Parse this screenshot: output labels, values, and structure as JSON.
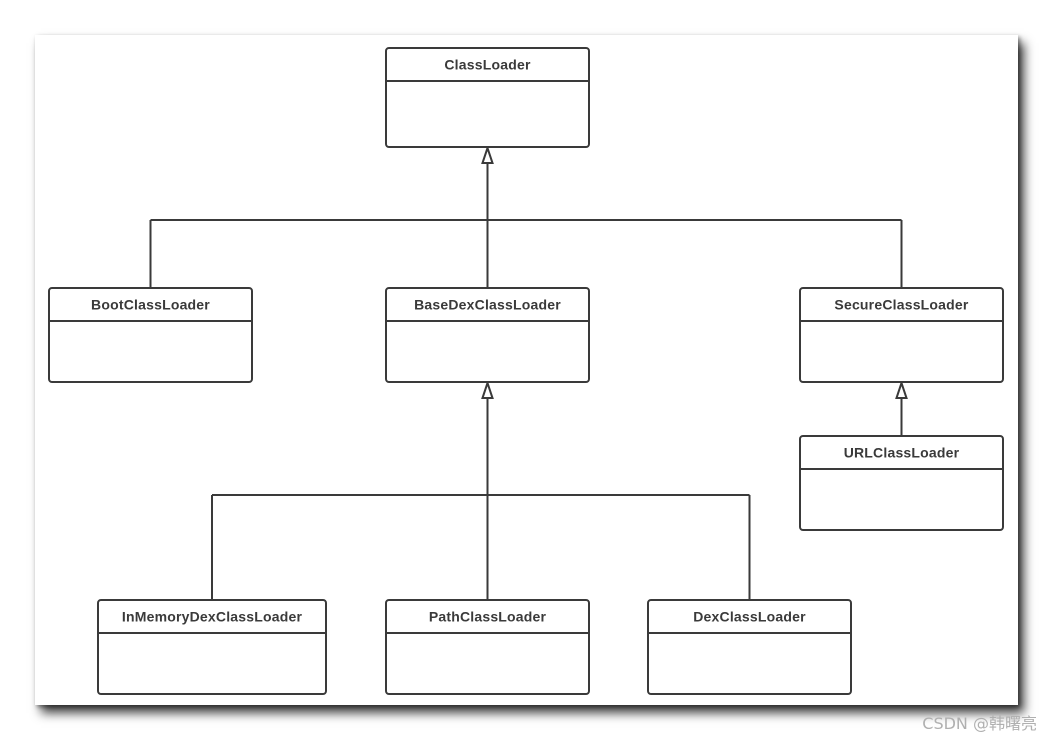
{
  "diagram": {
    "type": "uml-class-hierarchy",
    "nodes": [
      {
        "id": "classloader",
        "label": "ClassLoader"
      },
      {
        "id": "bootclassloader",
        "label": "BootClassLoader"
      },
      {
        "id": "basedexclassloader",
        "label": "BaseDexClassLoader"
      },
      {
        "id": "secureclassloader",
        "label": "SecureClassLoader"
      },
      {
        "id": "urlclassloader",
        "label": "URLClassLoader"
      },
      {
        "id": "inmemorydexclassloader",
        "label": "InMemoryDexClassLoader"
      },
      {
        "id": "pathclassloader",
        "label": "PathClassLoader"
      },
      {
        "id": "dexclassloader",
        "label": "DexClassLoader"
      }
    ],
    "edges": [
      {
        "child": "bootclassloader",
        "parent": "classloader",
        "kind": "inheritance"
      },
      {
        "child": "basedexclassloader",
        "parent": "classloader",
        "kind": "inheritance"
      },
      {
        "child": "secureclassloader",
        "parent": "classloader",
        "kind": "inheritance"
      },
      {
        "child": "urlclassloader",
        "parent": "secureclassloader",
        "kind": "inheritance"
      },
      {
        "child": "inmemorydexclassloader",
        "parent": "basedexclassloader",
        "kind": "inheritance"
      },
      {
        "child": "pathclassloader",
        "parent": "basedexclassloader",
        "kind": "inheritance"
      },
      {
        "child": "dexclassloader",
        "parent": "basedexclassloader",
        "kind": "inheritance"
      }
    ],
    "colors": {
      "stroke": "#3a3a3a",
      "fill": "#ffffff",
      "text": "#3a3a3a",
      "watermark": "#b0b0b0"
    }
  },
  "watermark": {
    "text": "CSDN @韩曙亮"
  }
}
